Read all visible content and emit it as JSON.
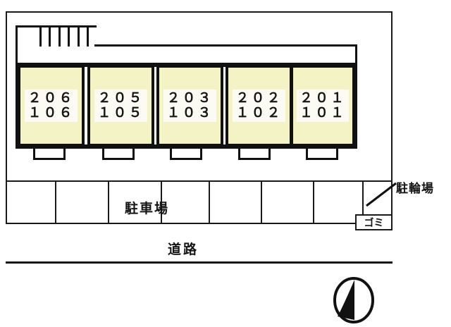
{
  "figure": {
    "kind": "property-site-layout-map",
    "background_color": "#ffffff",
    "ink_color": "#111111",
    "unit_fill_color": "#f4f3c6"
  },
  "building": {
    "units": [
      {
        "id": "unit-206-106",
        "upper": "２０６",
        "lower": "１０６"
      },
      {
        "id": "unit-205-105",
        "upper": "２０５",
        "lower": "１０５"
      },
      {
        "id": "unit-203-103",
        "upper": "２０３",
        "lower": "１０３"
      },
      {
        "id": "unit-202-102",
        "upper": "２０２",
        "lower": "１０２"
      },
      {
        "id": "unit-201-101",
        "upper": "２０１",
        "lower": "１０１"
      }
    ],
    "stairs": {
      "label": "stairs",
      "step_count": 7
    }
  },
  "parking": {
    "label": "駐車場",
    "space_count": 8
  },
  "bicycle_parking": {
    "label": "駐輪場"
  },
  "trash": {
    "label": "ゴミ"
  },
  "road": {
    "label": "道路"
  },
  "compass": {
    "label": "north-arrow"
  }
}
